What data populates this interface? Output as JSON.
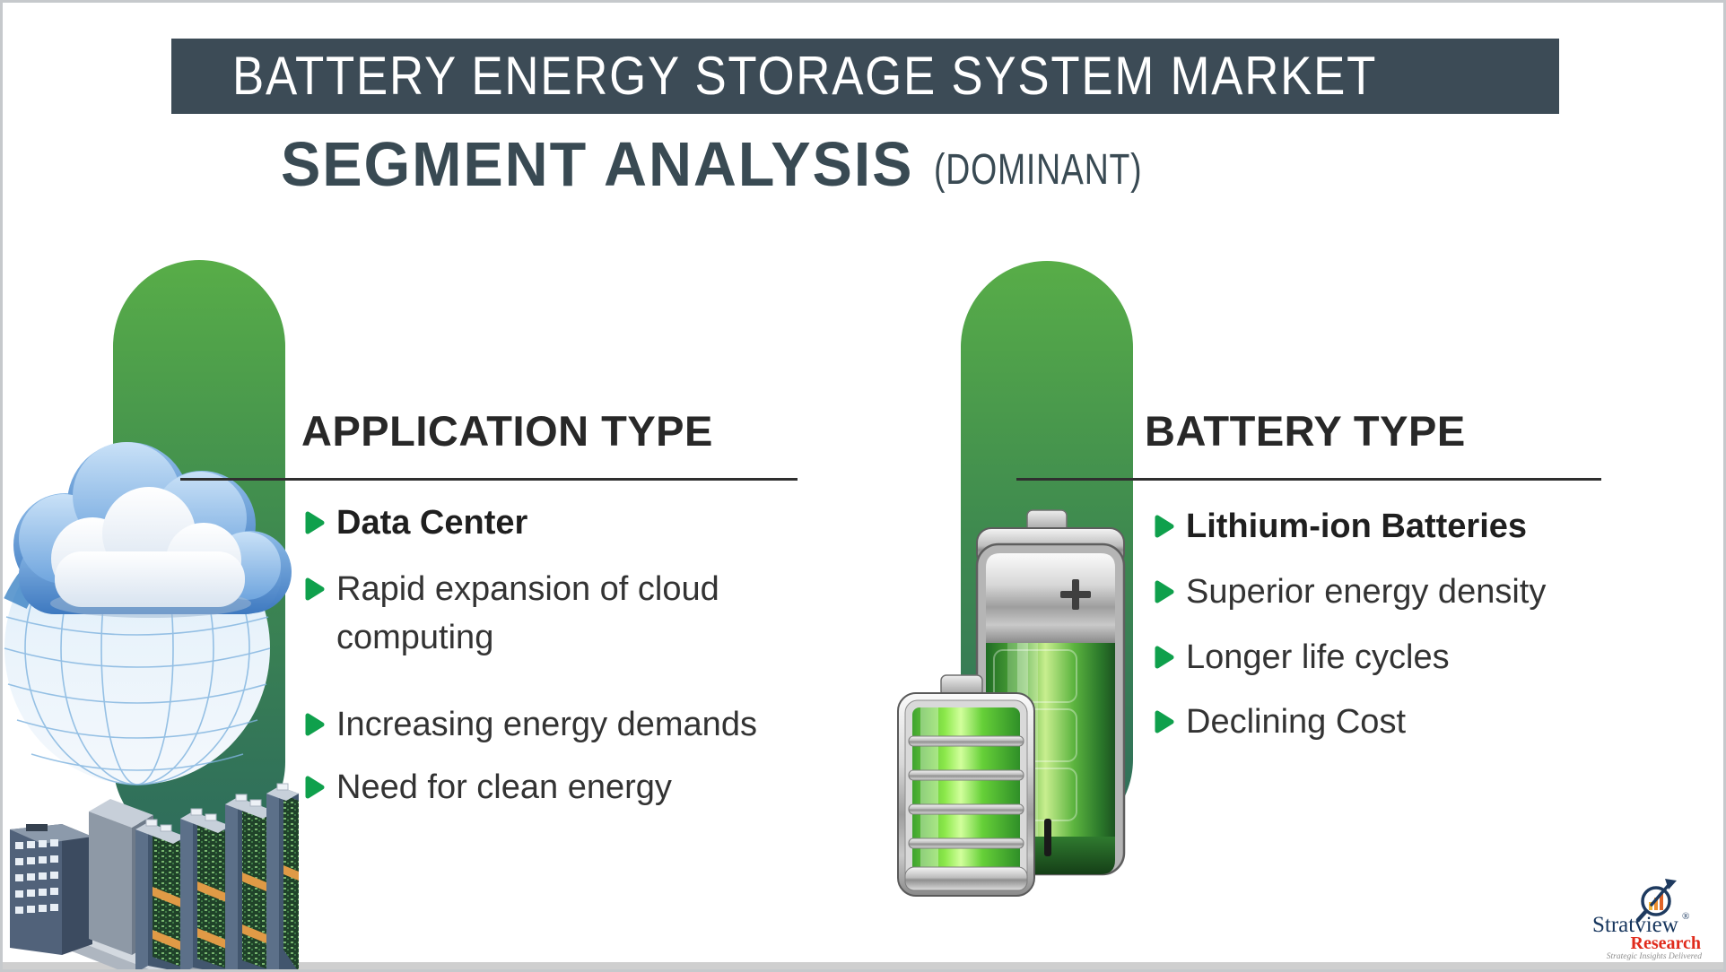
{
  "header": {
    "market_title": "BATTERY ENERGY STORAGE SYSTEM MARKET",
    "analysis_title": "SEGMENT ANALYSIS",
    "analysis_qualifier": "(DOMINANT)"
  },
  "sections": [
    {
      "heading": "APPLICATION TYPE",
      "items": [
        "Data Center",
        "Rapid expansion of cloud computing",
        "Increasing energy demands",
        "Need for clean energy"
      ]
    },
    {
      "heading": "BATTERY TYPE",
      "items": [
        "Lithium-ion Batteries",
        "Superior energy density",
        "Longer life cycles",
        "Declining Cost"
      ]
    }
  ],
  "logo": {
    "brand": "Stratview",
    "registered_mark": "®",
    "brand_secondary": "Research",
    "tagline": "Strategic Insights Delivered"
  },
  "icons": {
    "bullet": "triangle-right-icon",
    "logo_icon": "magnifier-growth-chart-icon",
    "left_illustration": "cloud-data-center-illustration",
    "right_illustration": "green-batteries-illustration"
  },
  "colors": {
    "header_bar": "#3C4B56",
    "title_text": "#394A53",
    "pill_top": "#58AD48",
    "pill_bottom": "#2E6C5C",
    "bullet_green": "#0FA04C",
    "heading_text": "#282828",
    "body_text": "#333333",
    "logo_navy": "#16355D",
    "logo_red": "#E02B1C"
  }
}
